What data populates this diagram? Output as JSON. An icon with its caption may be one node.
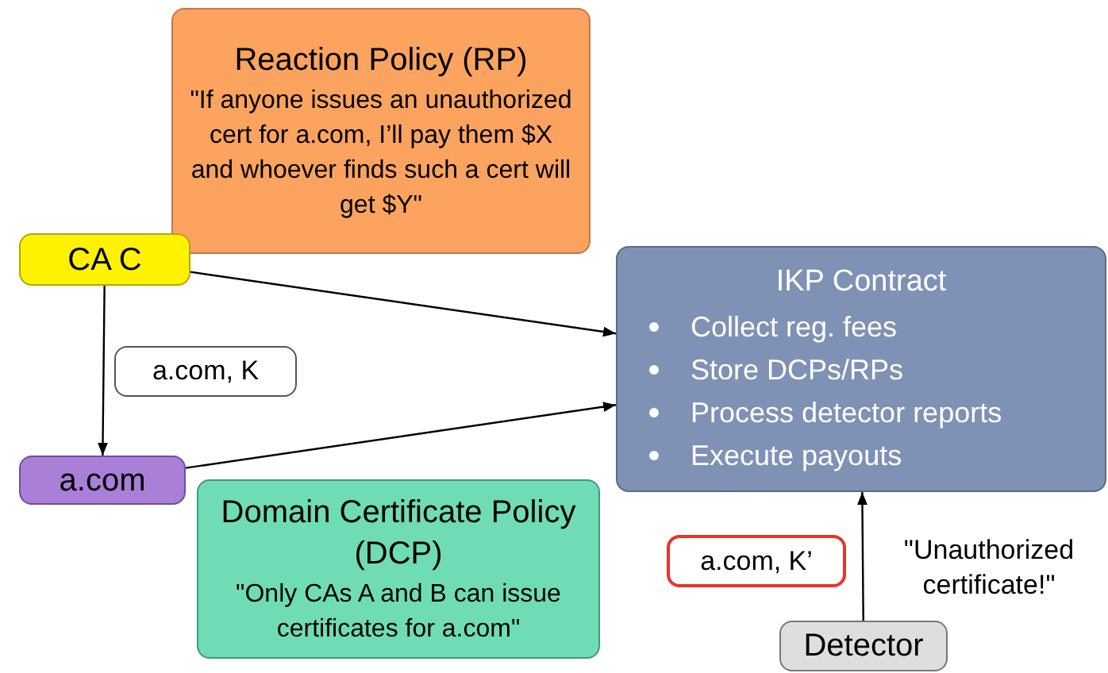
{
  "diagram": {
    "nodes": [
      {
        "text": [
          "Reaction Policy (RP)",
          "\"If anyone issues an unauthorized cert for a.com, I’ll pay them $X and whoever finds such a cert will get $Y\""
        ]
      },
      {
        "text": [
          "CA C"
        ]
      },
      {
        "text": [
          "IKP Contract",
          "Collect reg. fees",
          "Store DCPs/RPs",
          "Process detector reports",
          "Execute payouts"
        ]
      },
      {
        "text": [
          "a.com, K"
        ]
      },
      {
        "text": [
          "a.com"
        ]
      },
      {
        "text": [
          "Domain Certificate Policy (DCP)",
          "\"Only CAs A and B can issue certificates for a.com\""
        ]
      },
      {
        "text": [
          "a.com, K’"
        ]
      },
      {
        "text": [
          "Detector"
        ]
      }
    ],
    "edges": [
      {
        "from": 1,
        "to": 2,
        "arrow": "to"
      },
      {
        "from": 1,
        "to": 4,
        "arrow": "to"
      },
      {
        "from": 4,
        "to": 2,
        "arrow": "to"
      },
      {
        "from": 7,
        "to": 2,
        "arrow": "to",
        "label": "\"Unauthorized certificate!\""
      }
    ]
  }
}
